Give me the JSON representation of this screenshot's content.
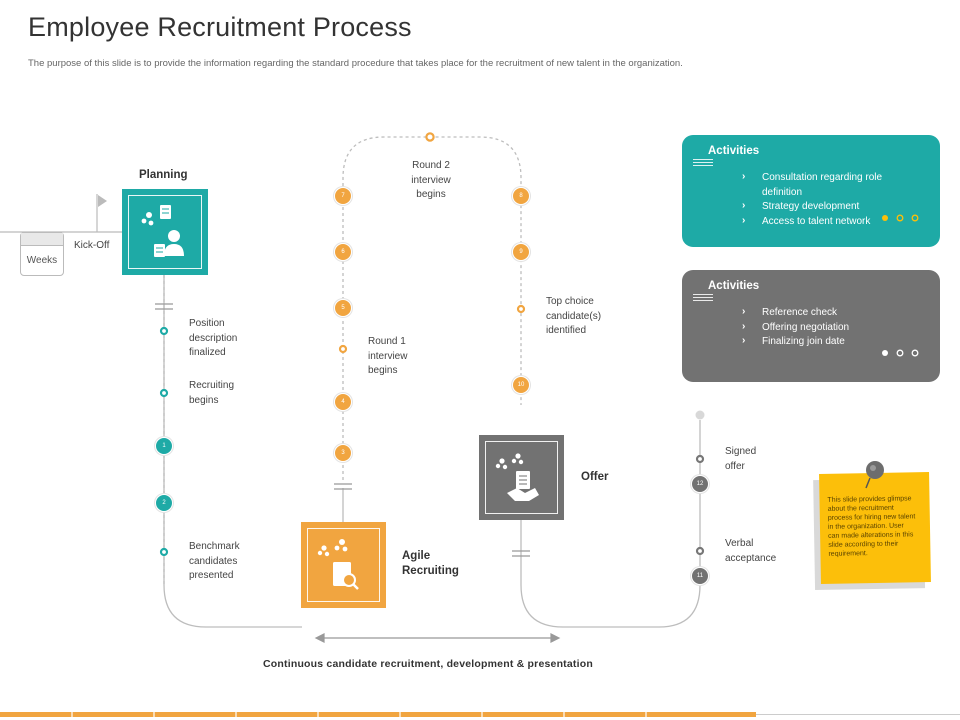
{
  "header": {
    "title": "Employee Recruitment Process",
    "subtitle": "The purpose of this slide is to provide the information regarding the standard procedure that takes place for the recruitment of new talent in the organization."
  },
  "colors": {
    "teal": "#1eaaa6",
    "orange": "#f1a540",
    "gray": "#727272",
    "note_yellow": "#fcbf0a",
    "line": "#bdbdbd"
  },
  "calendar": {
    "label": "Weeks"
  },
  "stages": {
    "kickoff": "Kick-Off",
    "planning": "Planning",
    "agile": "Agile Recruiting",
    "offer": "Offer"
  },
  "milestones": {
    "position_description": "Position description finalized",
    "recruiting_begins": "Recruiting begins",
    "benchmark": "Benchmark candidates presented",
    "round1": "Round 1 interview begins",
    "round2": "Round 2 interview begins",
    "top_choice": "Top choice candidate(s) identified",
    "signed_offer": "Signed offer",
    "verbal_acceptance": "Verbal acceptance"
  },
  "week_numbers": [
    "1",
    "2",
    "3",
    "4",
    "5",
    "6",
    "7",
    "8",
    "9",
    "10",
    "11",
    "12"
  ],
  "activities": [
    {
      "title": "Activities",
      "items": [
        "Consultation regarding role definition",
        "Strategy development",
        "Access to talent network"
      ]
    },
    {
      "title": "Activities",
      "items": [
        "Reference check",
        "Offering negotiation",
        "Finalizing join date"
      ]
    }
  ],
  "note": {
    "text": "This slide provides glimpse about the recruitment process for hiring new talent in the organization. User can made alterations in this slide according to their requirement."
  },
  "footer": {
    "axis_label": "Continuous candidate recruitment, development & presentation"
  }
}
